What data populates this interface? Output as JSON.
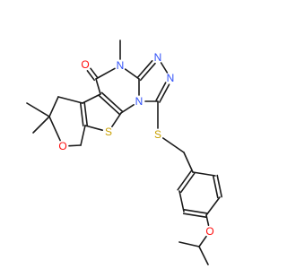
{
  "structure": {
    "atoms": [
      {
        "id": "O_carbonyl",
        "label": "O",
        "color": "#ff0d0d"
      },
      {
        "id": "N_methyl",
        "label": "N",
        "color": "#3050f8"
      },
      {
        "id": "N_tri_upper",
        "label": "N",
        "color": "#3050f8"
      },
      {
        "id": "N_tri_lower",
        "label": "N",
        "color": "#3050f8"
      },
      {
        "id": "N_bridge",
        "label": "N",
        "color": "#3050f8"
      },
      {
        "id": "S_thiophene",
        "label": "S",
        "color": "#c8a000"
      },
      {
        "id": "S_thioether",
        "label": "S",
        "color": "#c8a000"
      },
      {
        "id": "O_pyran",
        "label": "O",
        "color": "#ff0d0d"
      },
      {
        "id": "O_ether",
        "label": "O",
        "color": "#ff0d0d"
      }
    ],
    "bond_color": "#1a1a1a"
  }
}
